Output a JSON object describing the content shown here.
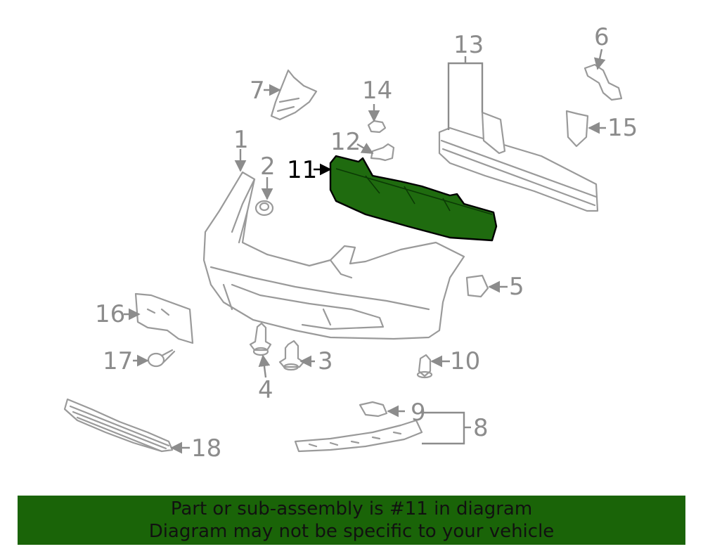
{
  "diagram": {
    "highlight_color": "#1f6b0f",
    "label_color": "#8c8c8c",
    "labels": {
      "p1": "1",
      "p2": "2",
      "p3": "3",
      "p4": "4",
      "p5": "5",
      "p6": "6",
      "p7": "7",
      "p8": "8",
      "p9": "9",
      "p10": "10",
      "p11": "11",
      "p12": "12",
      "p13": "13",
      "p14": "14",
      "p15": "15",
      "p16": "16",
      "p17": "17",
      "p18": "18"
    }
  },
  "banner": {
    "background": "#1a6408",
    "line1": "Part or sub-assembly is #11 in diagram",
    "line2": "Diagram may not be specific to your vehicle"
  }
}
